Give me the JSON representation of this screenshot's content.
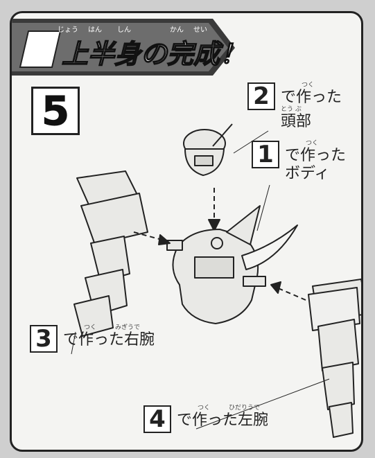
{
  "title": {
    "text": "上半身の完成！",
    "furigana": [
      "じょう",
      "はん",
      "しん",
      "かん",
      "せい"
    ]
  },
  "step": "5",
  "callouts": [
    {
      "num": "2",
      "line1": "で作った",
      "line2": "頭部",
      "ruby1": "つく",
      "ruby2": "とう ぶ"
    },
    {
      "num": "1",
      "line1": "で作った",
      "line2": "ボディ",
      "ruby1": "つく",
      "ruby2": ""
    },
    {
      "num": "3",
      "line1": "で作った右腕",
      "line2": "",
      "ruby1": "つく　　　みぎうで",
      "ruby2": ""
    },
    {
      "num": "4",
      "line1": "で作った左腕",
      "line2": "",
      "ruby1": "つく　　　ひだりうで",
      "ruby2": ""
    }
  ],
  "colors": {
    "panel": "#f4f4f2",
    "part_fill": "#e9e9e6",
    "outline": "#222222",
    "banner": "#333333"
  }
}
